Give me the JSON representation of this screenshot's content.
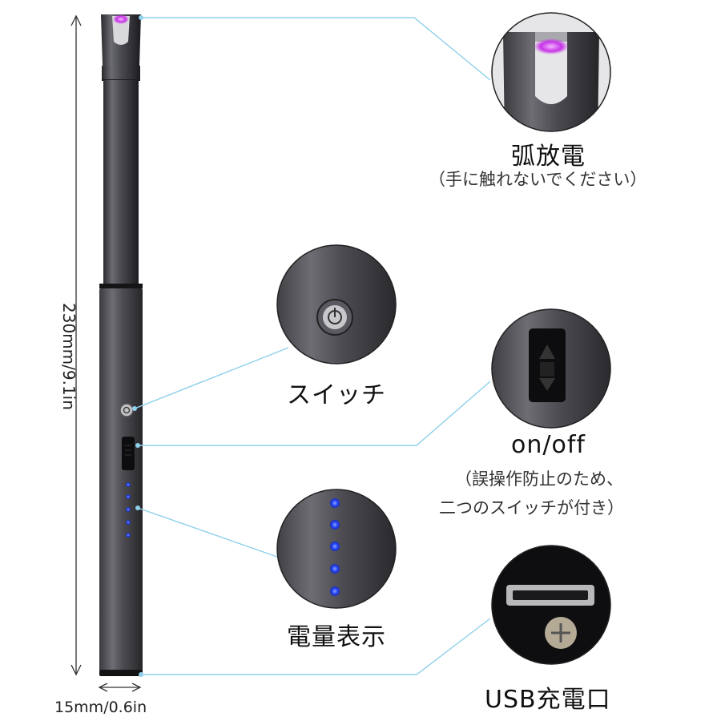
{
  "dimensions": {
    "height_label": "230mm/9.1in",
    "width_label": "15mm/0.6in"
  },
  "callouts": {
    "arc": {
      "title": "弧放電",
      "note": "（手に触れないでください）"
    },
    "switch": {
      "title": "スイッチ"
    },
    "onoff": {
      "title": "on/off",
      "note_line1": "（誤操作防止のため、",
      "note_line2": "二つのスイッチが付き）"
    },
    "battery": {
      "title": "電量表示"
    },
    "usb": {
      "title": "USB充電口"
    }
  },
  "indicator_led_count": 5,
  "colors": {
    "leader_line": "#8fd0ea",
    "lighter_body": "#4a4a4f",
    "arc_glow": "#d63cf0",
    "led_blue": "#2b4dff"
  }
}
